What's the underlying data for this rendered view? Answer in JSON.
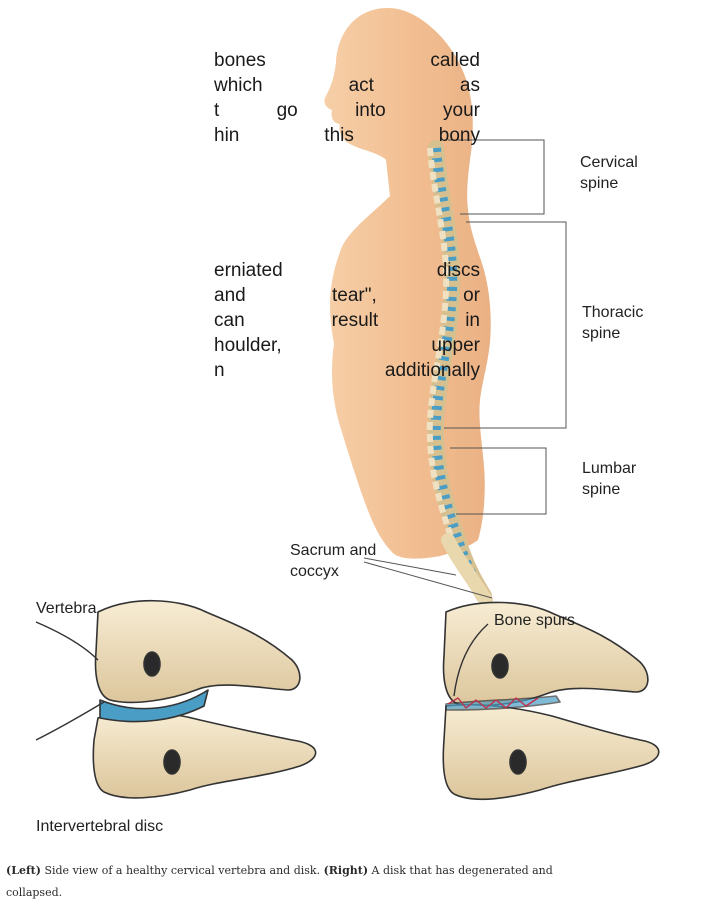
{
  "body_text": {
    "para1": [
      "bones called",
      "which act as",
      "t go into your",
      "hin this bony"
    ],
    "para2": [
      "erniated discs",
      "and tear\", or",
      "can result in",
      "houlder, upper",
      "n additionally"
    ]
  },
  "spine_labels": {
    "cervical": [
      "Cervical",
      "spine"
    ],
    "thoracic": [
      "Thoracic",
      "spine"
    ],
    "lumbar": [
      "Lumbar",
      "spine"
    ],
    "sacrum": [
      "Sacrum and",
      "coccyx"
    ]
  },
  "vertebra_labels": {
    "vertebra": "Vertebra",
    "bone_spurs": "Bone spurs",
    "disc": "Intervertebral disc"
  },
  "caption": {
    "left_tag": "(Left)",
    "left_text": " Side view of a healthy cervical vertebra and disk. ",
    "right_tag": "(Right)",
    "right_text": " A disk that has degenerated and",
    "line2": "collapsed."
  },
  "colors": {
    "skin": "#f2c196",
    "bone": "#ecdcb8",
    "disc": "#4a9ec6"
  }
}
